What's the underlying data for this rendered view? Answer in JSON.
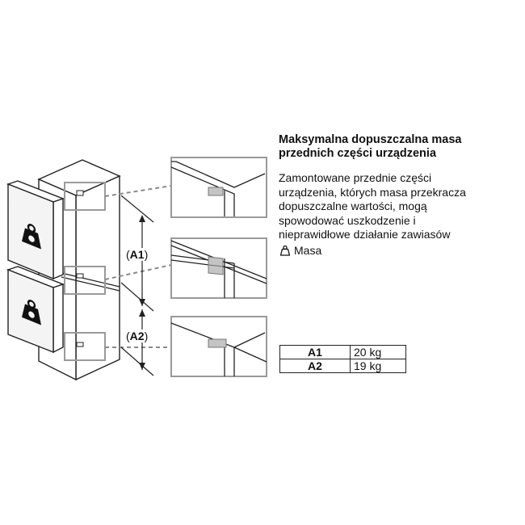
{
  "heading": {
    "line1": "Maksymalna dopuszczalna masa",
    "line2": "przednich części urządzenia"
  },
  "body_text": {
    "line1": "Zamontowane przednie części",
    "line2": "urządzenia, których masa przekracza",
    "line3": "dopuszczalne wartości, mogą",
    "line4": "spowodować uszkodzenie i",
    "line5": "nieprawidłowe działanie zawiasów"
  },
  "legend": {
    "icon": "weight-icon",
    "label": "Masa"
  },
  "dimensions": {
    "a1": {
      "open": "(",
      "code": "A1",
      "close": ")"
    },
    "a2": {
      "open": "(",
      "code": "A2",
      "close": ")"
    }
  },
  "weights_table": [
    {
      "key": "A1",
      "value": "20 kg"
    },
    {
      "key": "A2",
      "value": "19 kg"
    }
  ],
  "colors": {
    "line": "#222222",
    "dashed": "#8a8a8a",
    "highlight_box": "#9a9a9a",
    "hinge_block": "#c4c4c4",
    "panel_fill": "#ffffff",
    "door_fill": "#f4f4f4"
  }
}
